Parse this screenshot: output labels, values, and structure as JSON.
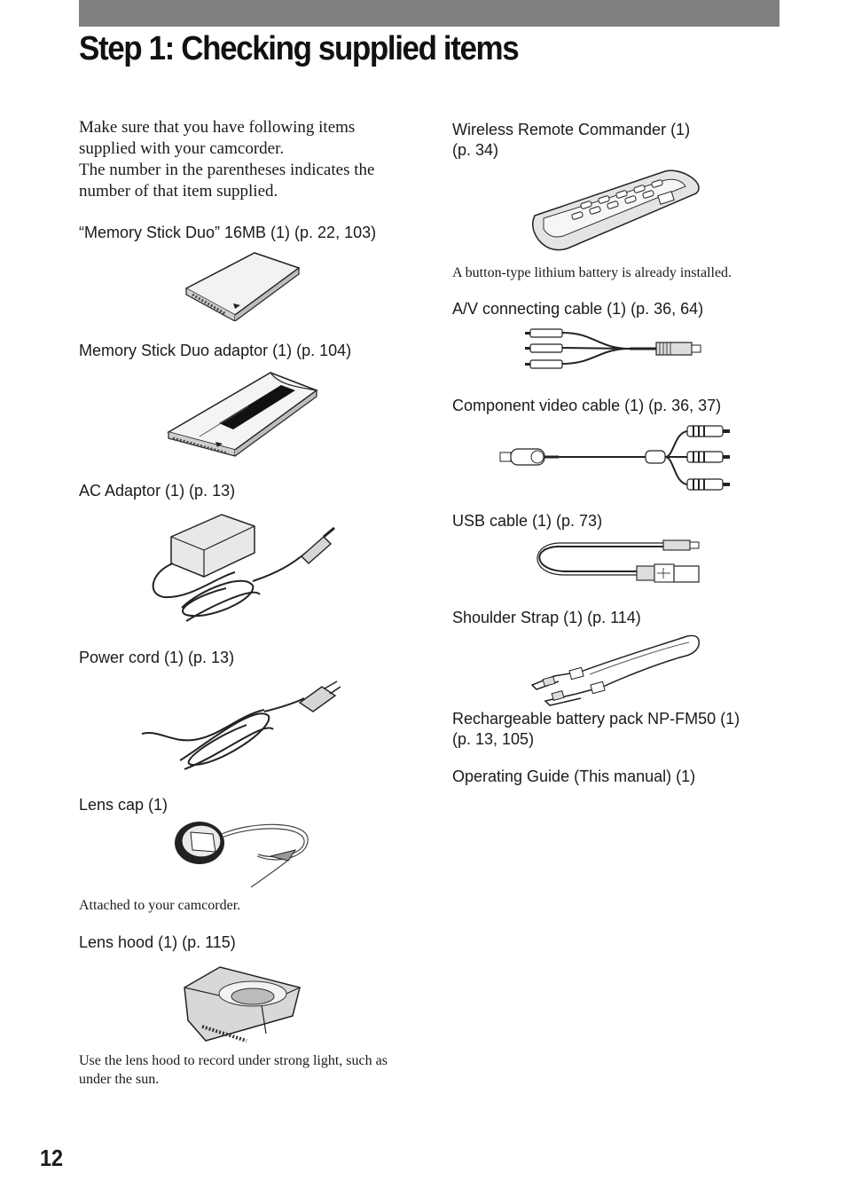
{
  "header": {
    "title": "Step 1: Checking supplied items"
  },
  "intro": {
    "line1": "Make sure that you have following items supplied with your camcorder.",
    "line2": "The number in the parentheses indicates the number of that item supplied."
  },
  "left_items": [
    {
      "label": "“Memory Stick Duo” 16MB (1) (p. 22, 103)",
      "icon": "memory-stick-duo-illustration"
    },
    {
      "label": "Memory Stick Duo adaptor (1) (p. 104)",
      "icon": "memory-stick-adaptor-illustration"
    },
    {
      "label": "AC Adaptor (1) (p. 13)",
      "icon": "ac-adaptor-illustration"
    },
    {
      "label": "Power cord (1) (p. 13)",
      "icon": "power-cord-illustration"
    },
    {
      "label": "Lens cap (1)",
      "icon": "lens-cap-illustration",
      "note": "Attached to your camcorder."
    },
    {
      "label": "Lens hood (1) (p. 115)",
      "icon": "lens-hood-illustration",
      "note": "Use the lens hood to record under strong light, such as under the sun."
    }
  ],
  "right_items": [
    {
      "label_line1": "Wireless Remote Commander (1)",
      "label_line2": "(p. 34)",
      "icon": "remote-commander-illustration",
      "note": "A button-type lithium battery is already installed."
    },
    {
      "label": "A/V connecting cable (1) (p. 36, 64)",
      "icon": "av-cable-illustration"
    },
    {
      "label": "Component video cable (1) (p. 36, 37)",
      "icon": "component-cable-illustration"
    },
    {
      "label": "USB cable (1) (p. 73)",
      "icon": "usb-cable-illustration"
    },
    {
      "label": "Shoulder Strap (1) (p. 114)",
      "icon": "shoulder-strap-illustration"
    },
    {
      "label_line1": "Rechargeable battery pack NP-FM50 (1)",
      "label_line2": "(p. 13, 105)"
    },
    {
      "label": "Operating Guide (This manual) (1)"
    }
  ],
  "footer": {
    "page_number": "12"
  }
}
